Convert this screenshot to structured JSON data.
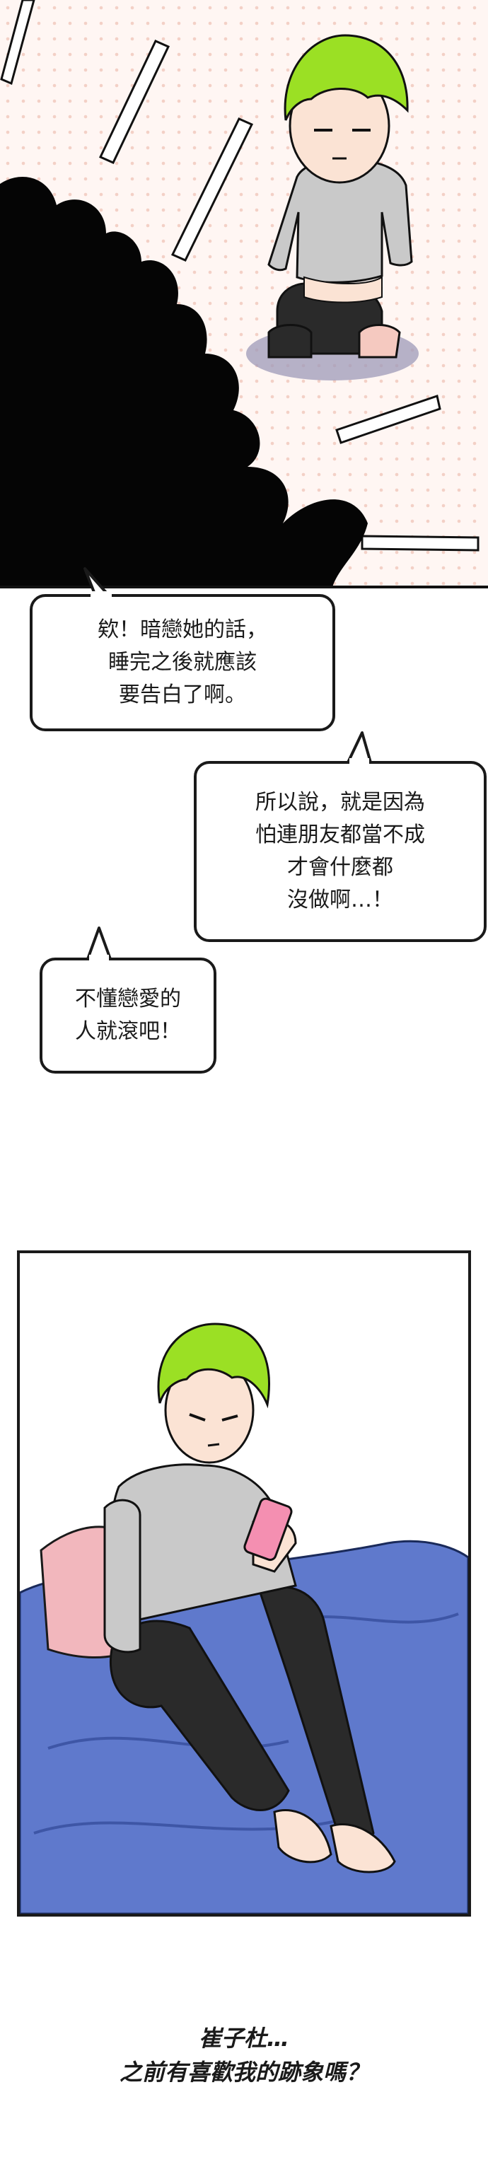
{
  "bubbles": {
    "bubble_1": [
      "欸！暗戀她的話，",
      "睡完之後就應該",
      "要告白了啊。"
    ],
    "bubble_2": [
      "所以說，就是因為",
      "怕連朋友都當不成",
      "才會什麼都",
      "沒做啊…！"
    ],
    "bubble_3": [
      "不懂戀愛的",
      "人就滾吧！"
    ]
  },
  "caption": [
    "崔子杜…",
    "之前有喜歡我的跡象嗎？"
  ],
  "colors": {
    "hair": "#9be024",
    "skin": "#fbe3d4",
    "sweater": "#c9c9c9",
    "leggings": "#2a2a2a",
    "bedsheet": "#5f79cc",
    "pillow": "#f2b7bd",
    "phone": "#f48fb1",
    "shadow": "#9d9ab8"
  }
}
